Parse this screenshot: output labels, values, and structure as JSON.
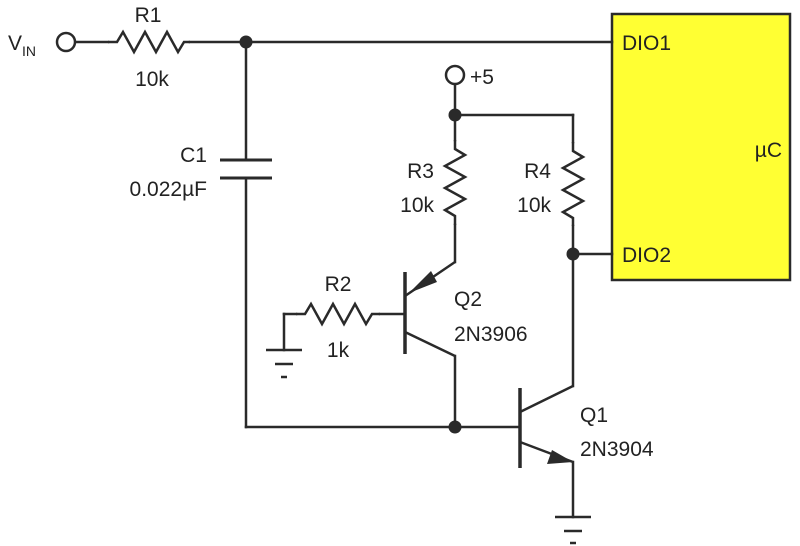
{
  "colors": {
    "wire": "#2a2a2a",
    "microcontroller_fill": "#ffff33",
    "text": "#222222"
  },
  "vin": {
    "main": "V",
    "sub": "IN"
  },
  "supply": {
    "label": "+5"
  },
  "microcontroller": {
    "label": "µC",
    "pin1": "DIO1",
    "pin2": "DIO2"
  },
  "r1": {
    "ref": "R1",
    "value": "10k"
  },
  "c1": {
    "ref": "C1",
    "value": "0.022µF"
  },
  "r2": {
    "ref": "R2",
    "value": "1k"
  },
  "r3": {
    "ref": "R3",
    "value": "10k"
  },
  "r4": {
    "ref": "R4",
    "value": "10k"
  },
  "q1": {
    "ref": "Q1",
    "part": "2N3904"
  },
  "q2": {
    "ref": "Q2",
    "part": "2N3906"
  }
}
